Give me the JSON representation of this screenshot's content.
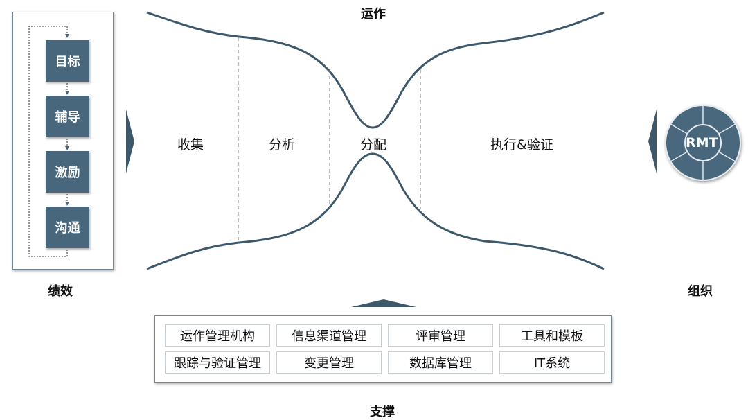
{
  "top_title": "运作",
  "performance": {
    "label": "绩效",
    "steps": [
      "目标",
      "辅导",
      "激励",
      "沟通"
    ]
  },
  "funnel": {
    "stages": [
      "收集",
      "分析",
      "分配",
      "执行&验证"
    ]
  },
  "organization": {
    "label": "组织",
    "badge": "RMT"
  },
  "support": {
    "label": "支撑",
    "items": [
      "运作管理机构",
      "信息渠道管理",
      "评审管理",
      "工具和模板",
      "跟踪与验证管理",
      "变更管理",
      "数据库管理",
      "IT系统"
    ]
  },
  "colors": {
    "accent": "#48677d",
    "curve": "#3d586b",
    "dashed": "#7a7a7a"
  }
}
